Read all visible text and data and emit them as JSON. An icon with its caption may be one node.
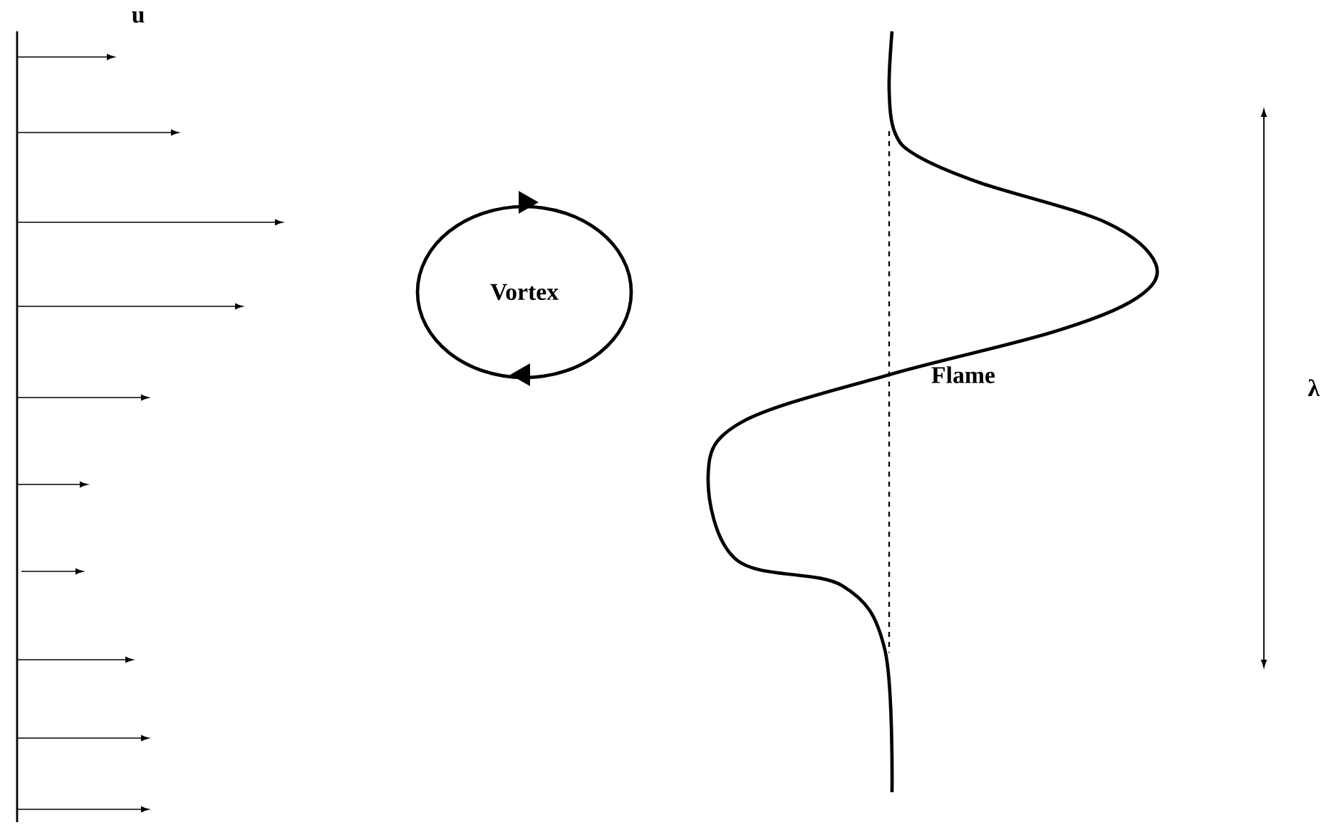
{
  "diagram": {
    "nodes": [
      {
        "text": [
          "Vortex"
        ]
      }
    ],
    "labels": [
      "u",
      "Flame",
      "λ"
    ]
  }
}
